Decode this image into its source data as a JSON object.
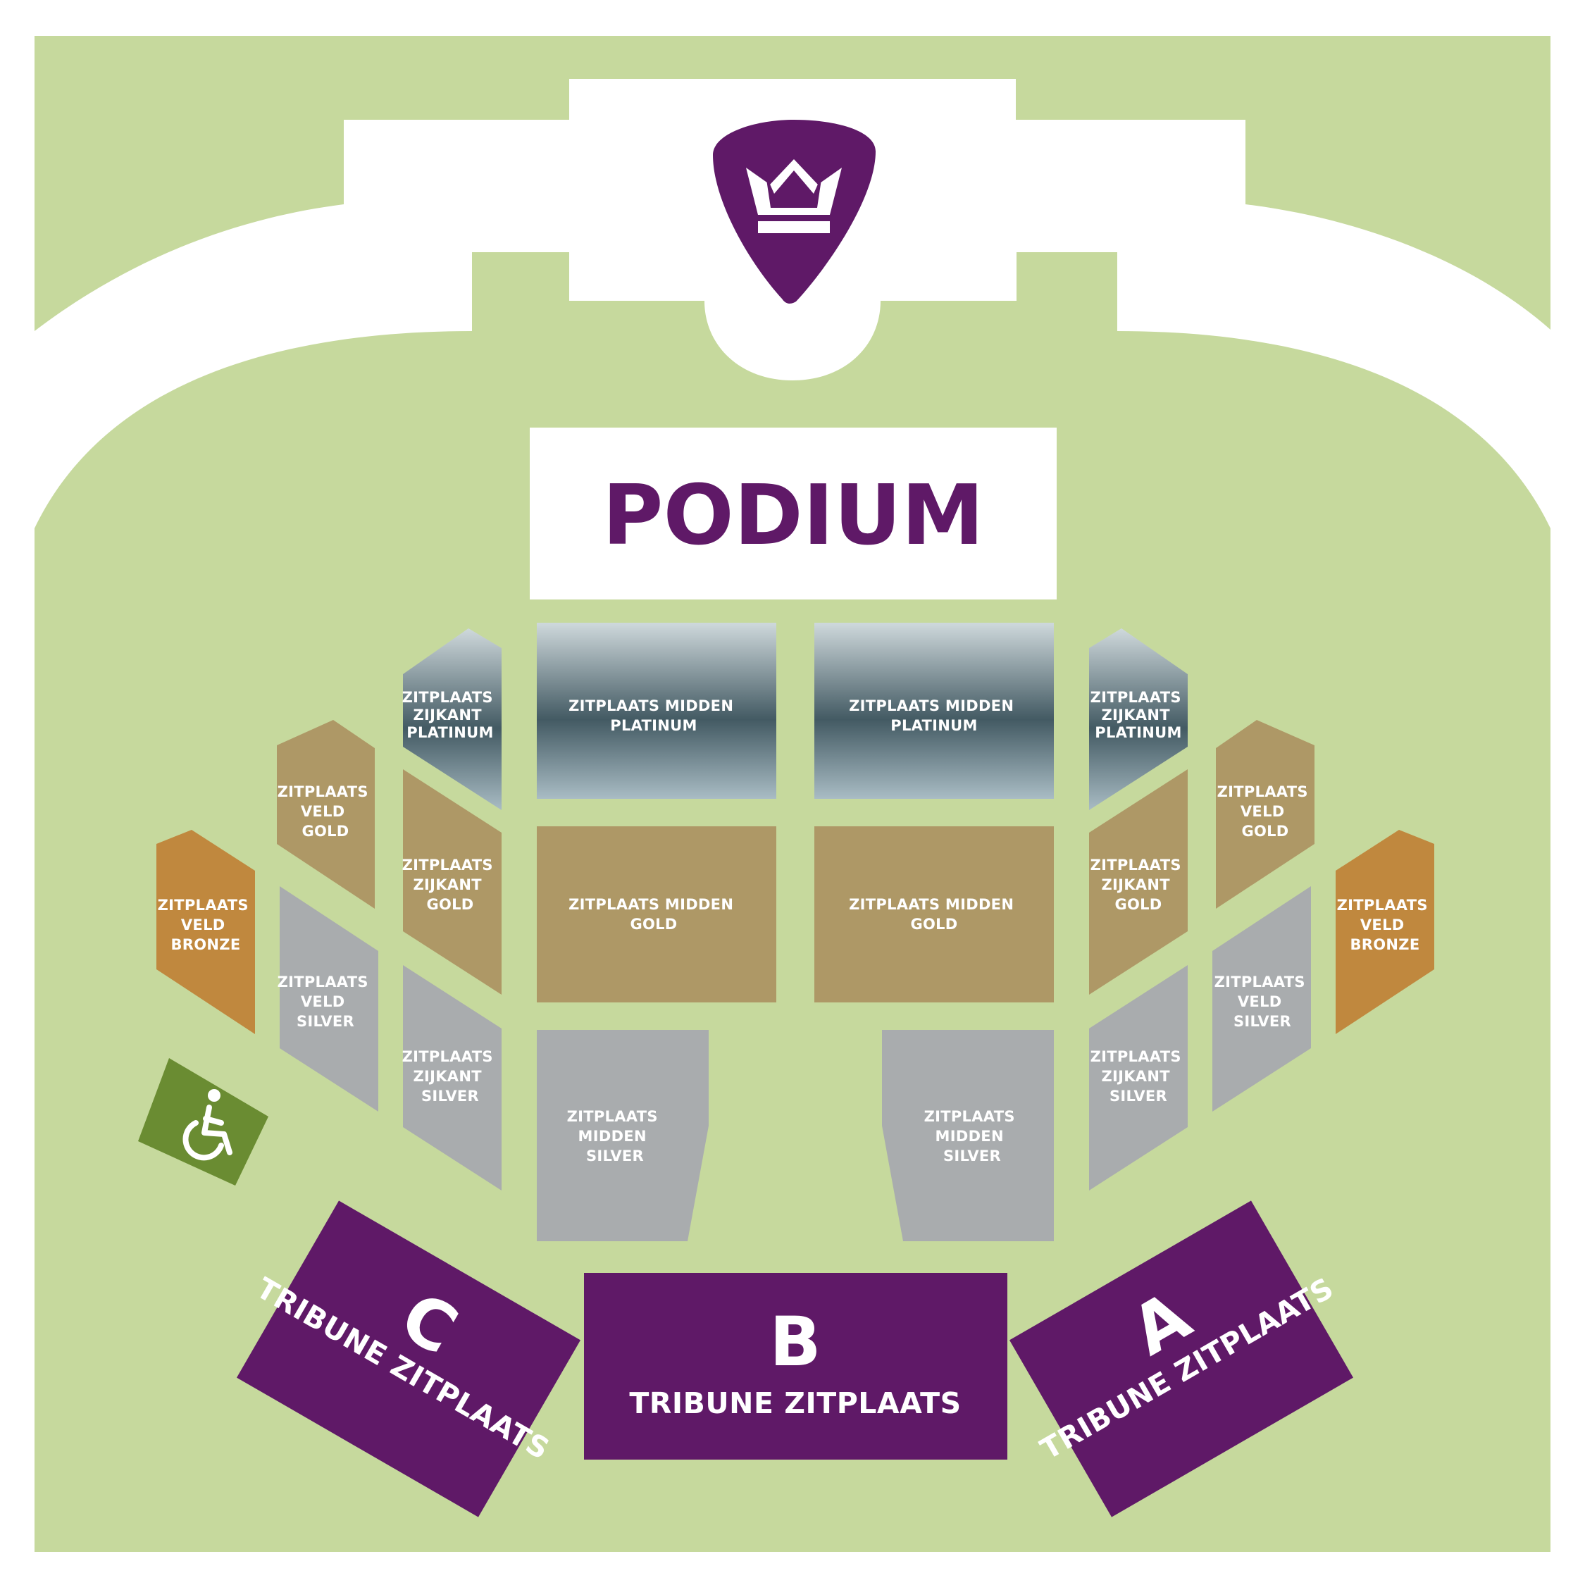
{
  "colors": {
    "field": "#c6d99d",
    "path": "#ffffff",
    "brand_purple": "#5f1967",
    "platinum_edge": "#cfd9dc",
    "platinum_core": "#435a63",
    "gold": "#ae9866",
    "silver": "#a9acae",
    "bronze": "#c0883e",
    "accessibility": "#6a8c32"
  },
  "logo": {
    "icon": "crown-guitar-pick-icon"
  },
  "stage": {
    "label": "PODIUM"
  },
  "sections": {
    "platinum_side_left": {
      "line1": "ZITPLAATS",
      "line2": "ZIJKANT",
      "line3": "PLATINUM"
    },
    "platinum_mid_left": {
      "line1": "ZITPLAATS MIDDEN",
      "line2": "PLATINUM"
    },
    "platinum_mid_right": {
      "line1": "ZITPLAATS MIDDEN",
      "line2": "PLATINUM"
    },
    "platinum_side_right": {
      "line1": "ZITPLAATS",
      "line2": "ZIJKANT",
      "line3": "PLATINUM"
    },
    "gold_field_left": {
      "line1": "ZITPLAATS",
      "line2": "VELD",
      "line3": "GOLD"
    },
    "gold_side_left": {
      "line1": "ZITPLAATS",
      "line2": "ZIJKANT",
      "line3": "GOLD"
    },
    "gold_mid_left": {
      "line1": "ZITPLAATS MIDDEN",
      "line2": "GOLD"
    },
    "gold_mid_right": {
      "line1": "ZITPLAATS MIDDEN",
      "line2": "GOLD"
    },
    "gold_side_right": {
      "line1": "ZITPLAATS",
      "line2": "ZIJKANT",
      "line3": "GOLD"
    },
    "gold_field_right": {
      "line1": "ZITPLAATS",
      "line2": "VELD",
      "line3": "GOLD"
    },
    "bronze_field_left": {
      "line1": "ZITPLAATS",
      "line2": "VELD",
      "line3": "BRONZE"
    },
    "bronze_field_right": {
      "line1": "ZITPLAATS",
      "line2": "VELD",
      "line3": "BRONZE"
    },
    "silver_field_left": {
      "line1": "ZITPLAATS",
      "line2": "VELD",
      "line3": "SILVER"
    },
    "silver_side_left": {
      "line1": "ZITPLAATS",
      "line2": "ZIJKANT",
      "line3": "SILVER"
    },
    "silver_mid_left": {
      "line1": "ZITPLAATS",
      "line2": "MIDDEN",
      "line3": "SILVER"
    },
    "silver_mid_right": {
      "line1": "ZITPLAATS",
      "line2": "MIDDEN",
      "line3": "SILVER"
    },
    "silver_side_right": {
      "line1": "ZITPLAATS",
      "line2": "ZIJKANT",
      "line3": "SILVER"
    },
    "silver_field_right": {
      "line1": "ZITPLAATS",
      "line2": "VELD",
      "line3": "SILVER"
    }
  },
  "tribunes": {
    "c": {
      "letter": "C",
      "label": "TRIBUNE ZITPLAATS"
    },
    "b": {
      "letter": "B",
      "label": "TRIBUNE ZITPLAATS"
    },
    "a": {
      "letter": "A",
      "label": "TRIBUNE ZITPLAATS"
    }
  },
  "accessibility": {
    "icon": "wheelchair-icon"
  }
}
